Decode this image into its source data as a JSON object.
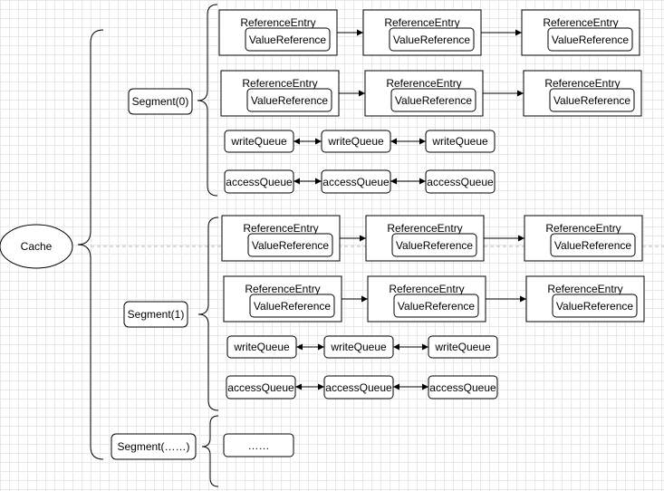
{
  "cache": {
    "label": "Cache"
  },
  "segments": [
    {
      "label": "Segment(0)",
      "entry_rows": [
        [
          {
            "entry": "ReferenceEntry",
            "value": "ValueReference"
          },
          {
            "entry": "ReferenceEntry",
            "value": "ValueReference"
          },
          {
            "entry": "ReferenceEntry",
            "value": "ValueReference"
          }
        ],
        [
          {
            "entry": "ReferenceEntry",
            "value": "ValueReference"
          },
          {
            "entry": "ReferenceEntry",
            "value": "ValueReference"
          },
          {
            "entry": "ReferenceEntry",
            "value": "ValueReference"
          }
        ]
      ],
      "write_queue": [
        "writeQueue",
        "writeQueue",
        "writeQueue"
      ],
      "access_queue": [
        "accessQueue",
        "accessQueue",
        "accessQueue"
      ]
    },
    {
      "label": "Segment(1)",
      "entry_rows": [
        [
          {
            "entry": "ReferenceEntry",
            "value": "ValueReference"
          },
          {
            "entry": "ReferenceEntry",
            "value": "ValueReference"
          },
          {
            "entry": "ReferenceEntry",
            "value": "ValueReference"
          }
        ],
        [
          {
            "entry": "ReferenceEntry",
            "value": "ValueReference"
          },
          {
            "entry": "ReferenceEntry",
            "value": "ValueReference"
          },
          {
            "entry": "ReferenceEntry",
            "value": "ValueReference"
          }
        ]
      ],
      "write_queue": [
        "writeQueue",
        "writeQueue",
        "writeQueue"
      ],
      "access_queue": [
        "accessQueue",
        "accessQueue",
        "accessQueue"
      ]
    },
    {
      "label": "Segment(……)",
      "placeholder": "……"
    }
  ]
}
